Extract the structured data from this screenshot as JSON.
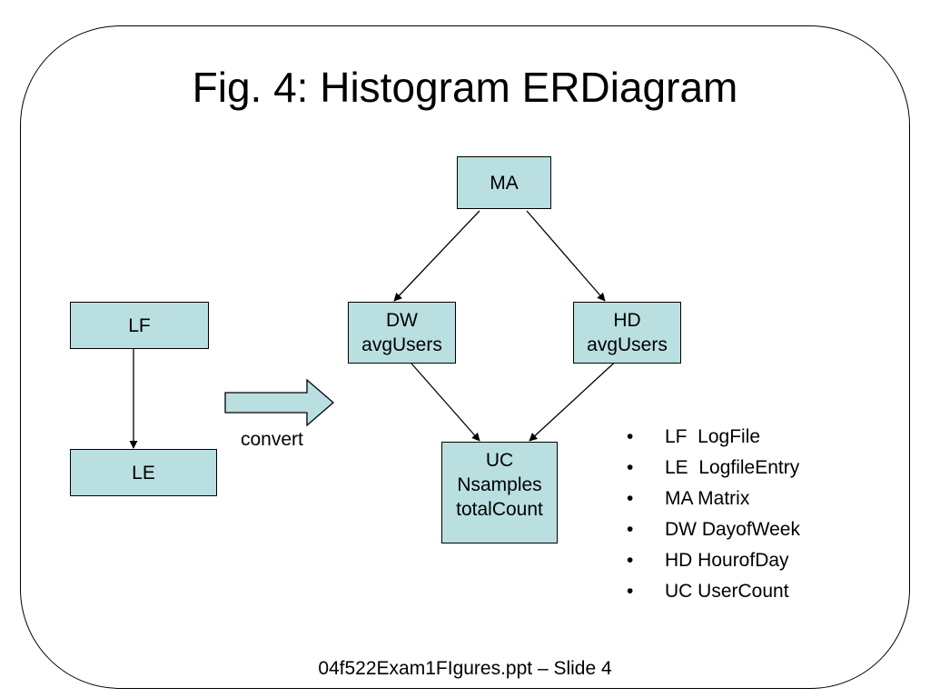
{
  "slide": {
    "title": "Fig. 4: Histogram ERDiagram",
    "footer": "04f522Exam1FIgures.ppt – Slide 4"
  },
  "colors": {
    "box_fill": "#b9dfe1",
    "stroke": "#000000"
  },
  "diagram": {
    "nodes": {
      "ma": {
        "lines": [
          "MA"
        ]
      },
      "lf": {
        "lines": [
          "LF"
        ]
      },
      "le": {
        "lines": [
          "LE"
        ]
      },
      "dw": {
        "lines": [
          "DW",
          "avgUsers"
        ]
      },
      "hd": {
        "lines": [
          "HD",
          "avgUsers"
        ]
      },
      "uc": {
        "lines": [
          "UC",
          "Nsamples",
          "totalCount"
        ]
      }
    },
    "edges": [
      {
        "from": "MA",
        "to": "DW"
      },
      {
        "from": "MA",
        "to": "HD"
      },
      {
        "from": "LF",
        "to": "LE"
      },
      {
        "from": "DW",
        "to": "UC"
      },
      {
        "from": "HD",
        "to": "UC"
      }
    ],
    "convert_label": "convert"
  },
  "legend": {
    "bullet": "•",
    "items": [
      "LF  LogFile",
      "LE  LogfileEntry",
      "MA Matrix",
      "DW DayofWeek",
      "HD HourofDay",
      "UC UserCount"
    ]
  }
}
